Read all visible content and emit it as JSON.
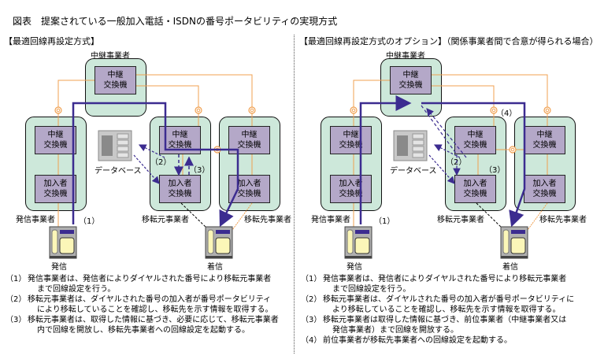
{
  "title": "図表　提案されている一般加入電話・ISDNの番号ポータビリティの実現方式",
  "colors": {
    "carrier_fill": "#cde8da",
    "switch_fill": "#b4a8c8",
    "trunk_line": "#f0a050",
    "call_path": "#3c2c90"
  },
  "panels": [
    {
      "heading": "【最適回線再設定方式】",
      "transit_carrier_label": "中継事業者",
      "transit_switch": "中継\n交換機",
      "origin_carrier_label": "発信事業者",
      "source_carrier_label": "移転元事業者",
      "dest_carrier_label": "移転先事業者",
      "transit_switch_label": "中継\n交換機",
      "subscriber_switch_label": "加入者\n交換機",
      "database_label": "データベース",
      "caller_label": "発信",
      "callee_label": "着信",
      "step_markers": [
        "（1）",
        "（2）",
        "（3）"
      ],
      "notes": [
        {
          "num": "（1）",
          "text": "発信事業者は、発信者によりダイヤルされた番号により移転元事業者",
          "cont": "まで回線設定を行う。"
        },
        {
          "num": "（2）",
          "text": "移転元事業者は、ダイヤルされた番号の加入者が番号ポータビリティ",
          "cont": "により移転していることを確認し、移転先を示す情報を取得する。"
        },
        {
          "num": "（3）",
          "text": "移転元事業者は、取得した情報に基づき、必要に応じて、移転元事業者",
          "cont": "内で回線を開放し、移転先事業者への回線設定を起動する。"
        }
      ]
    },
    {
      "heading": "【最適回線再設定方式のオプション】（関係事業者間で合意が得られる場合）",
      "transit_carrier_label": "中継事業者",
      "origin_carrier_label": "発信事業者",
      "source_carrier_label": "移転元事業者",
      "dest_carrier_label": "移転先事業者",
      "transit_switch_label": "中継\n交換機",
      "subscriber_switch_label": "加入者\n交換機",
      "database_label": "データベース",
      "caller_label": "発信",
      "callee_label": "着信",
      "step_markers": [
        "（1）",
        "（2）",
        "（3）",
        "（4）"
      ],
      "notes": [
        {
          "num": "（1）",
          "text": "発信事業者は、発信者によりダイヤルされた番号により移転元事業者",
          "cont": "まで回線設定を行う。"
        },
        {
          "num": "（2）",
          "text": "移転元事業者は、ダイヤルされた番号の加入者が番号ポータビリティに",
          "cont": "より移転していることを確認し、移転先を示す情報を取得する。"
        },
        {
          "num": "（3）",
          "text": "移転元事業者は取得した情報に基づき、前位事業者（中継事業者又は",
          "cont": "発信事業者）まで回線を開放する。"
        },
        {
          "num": "（4）",
          "text": "前位事業者が移転先事業者への回線設定を起動する。",
          "cont": ""
        }
      ]
    }
  ]
}
